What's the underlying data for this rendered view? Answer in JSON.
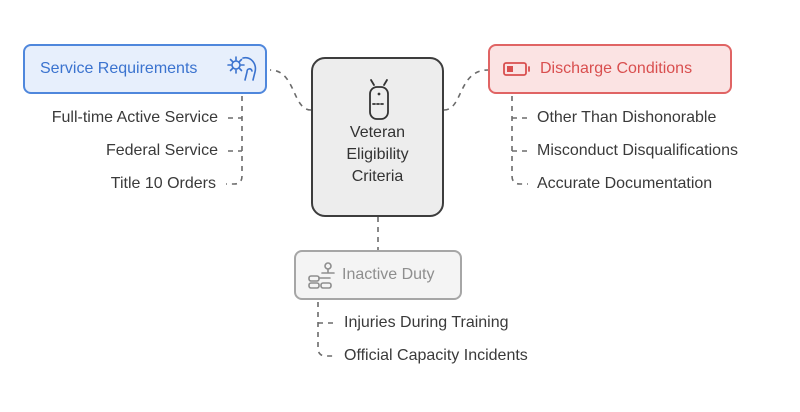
{
  "center": {
    "label": "Veteran\nEligibility\nCriteria",
    "icon": "robot-icon"
  },
  "service": {
    "label": "Service Requirements",
    "icon": "gear-hand-icon",
    "color": "#4f87dc",
    "items": [
      "Full-time Active Service",
      "Federal Service",
      "Title 10 Orders"
    ]
  },
  "discharge": {
    "label": "Discharge Conditions",
    "icon": "battery-icon",
    "color": "#e06464",
    "items": [
      "Other Than Dishonorable",
      "Misconduct Disqualifications",
      "Accurate Documentation"
    ]
  },
  "inactive": {
    "label": "Inactive Duty",
    "icon": "training-icon",
    "color": "#a6a6a6",
    "items": [
      "Injuries During Training",
      "Official Capacity Incidents"
    ]
  }
}
